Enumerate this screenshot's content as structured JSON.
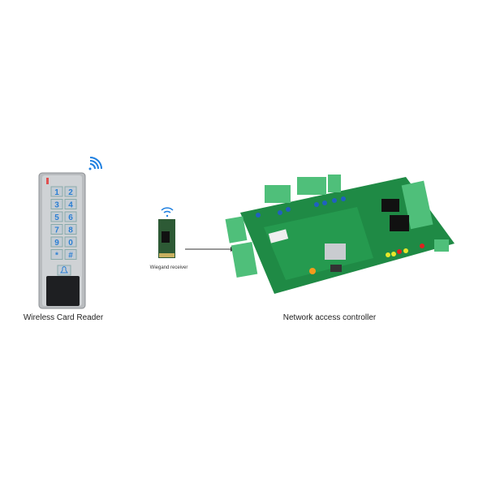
{
  "labels": {
    "card_reader": "Wireless Card Reader",
    "receiver": "Wiegand receiver",
    "controller": "Network access controller"
  },
  "keypad": {
    "keys": [
      "1",
      "2",
      "3",
      "4",
      "5",
      "6",
      "7",
      "8",
      "9",
      "0",
      "*",
      "#"
    ]
  },
  "icons": [
    "wifi-icon",
    "bell-icon",
    "arrow-icon"
  ],
  "colors": {
    "pcb": "#1f8a45",
    "terminal": "#4fbf7a",
    "key_text": "#2a7fd4",
    "wifi": "#1e7fe0"
  }
}
